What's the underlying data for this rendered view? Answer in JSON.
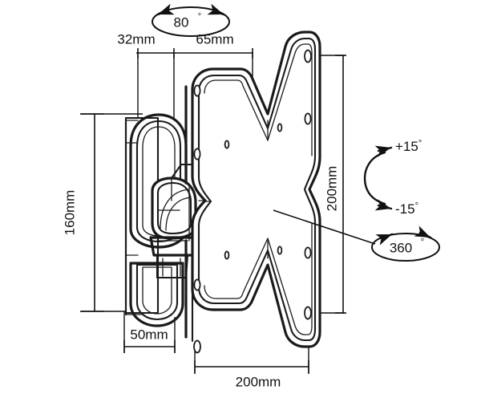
{
  "drawing": {
    "title": "TV Wall Mount Bracket Technical Drawing",
    "background_color": "#ffffff",
    "line_color": "#1a1a1a",
    "text_color": "#111111"
  },
  "dimensions": {
    "depth_retracted": "32mm",
    "depth_extended": "65mm",
    "plate_height_label": "160mm",
    "plate_width_label": "50mm",
    "vesa_vertical": "200mm",
    "vesa_horizontal": "200mm"
  },
  "annotations": {
    "swivel": {
      "value": "80",
      "unit": "°"
    },
    "tilt_up": {
      "value": "+15",
      "unit": "°"
    },
    "tilt_down": {
      "value": "-15",
      "unit": "°"
    },
    "rotation": {
      "value": "360",
      "unit": "°"
    }
  },
  "parts": {
    "wall_plate": "wall-mounting-plate",
    "vesa_plate": "vesa-star-plate",
    "pivot_joint": "swivel-pivot-joint",
    "arm": "articulating-arm"
  }
}
